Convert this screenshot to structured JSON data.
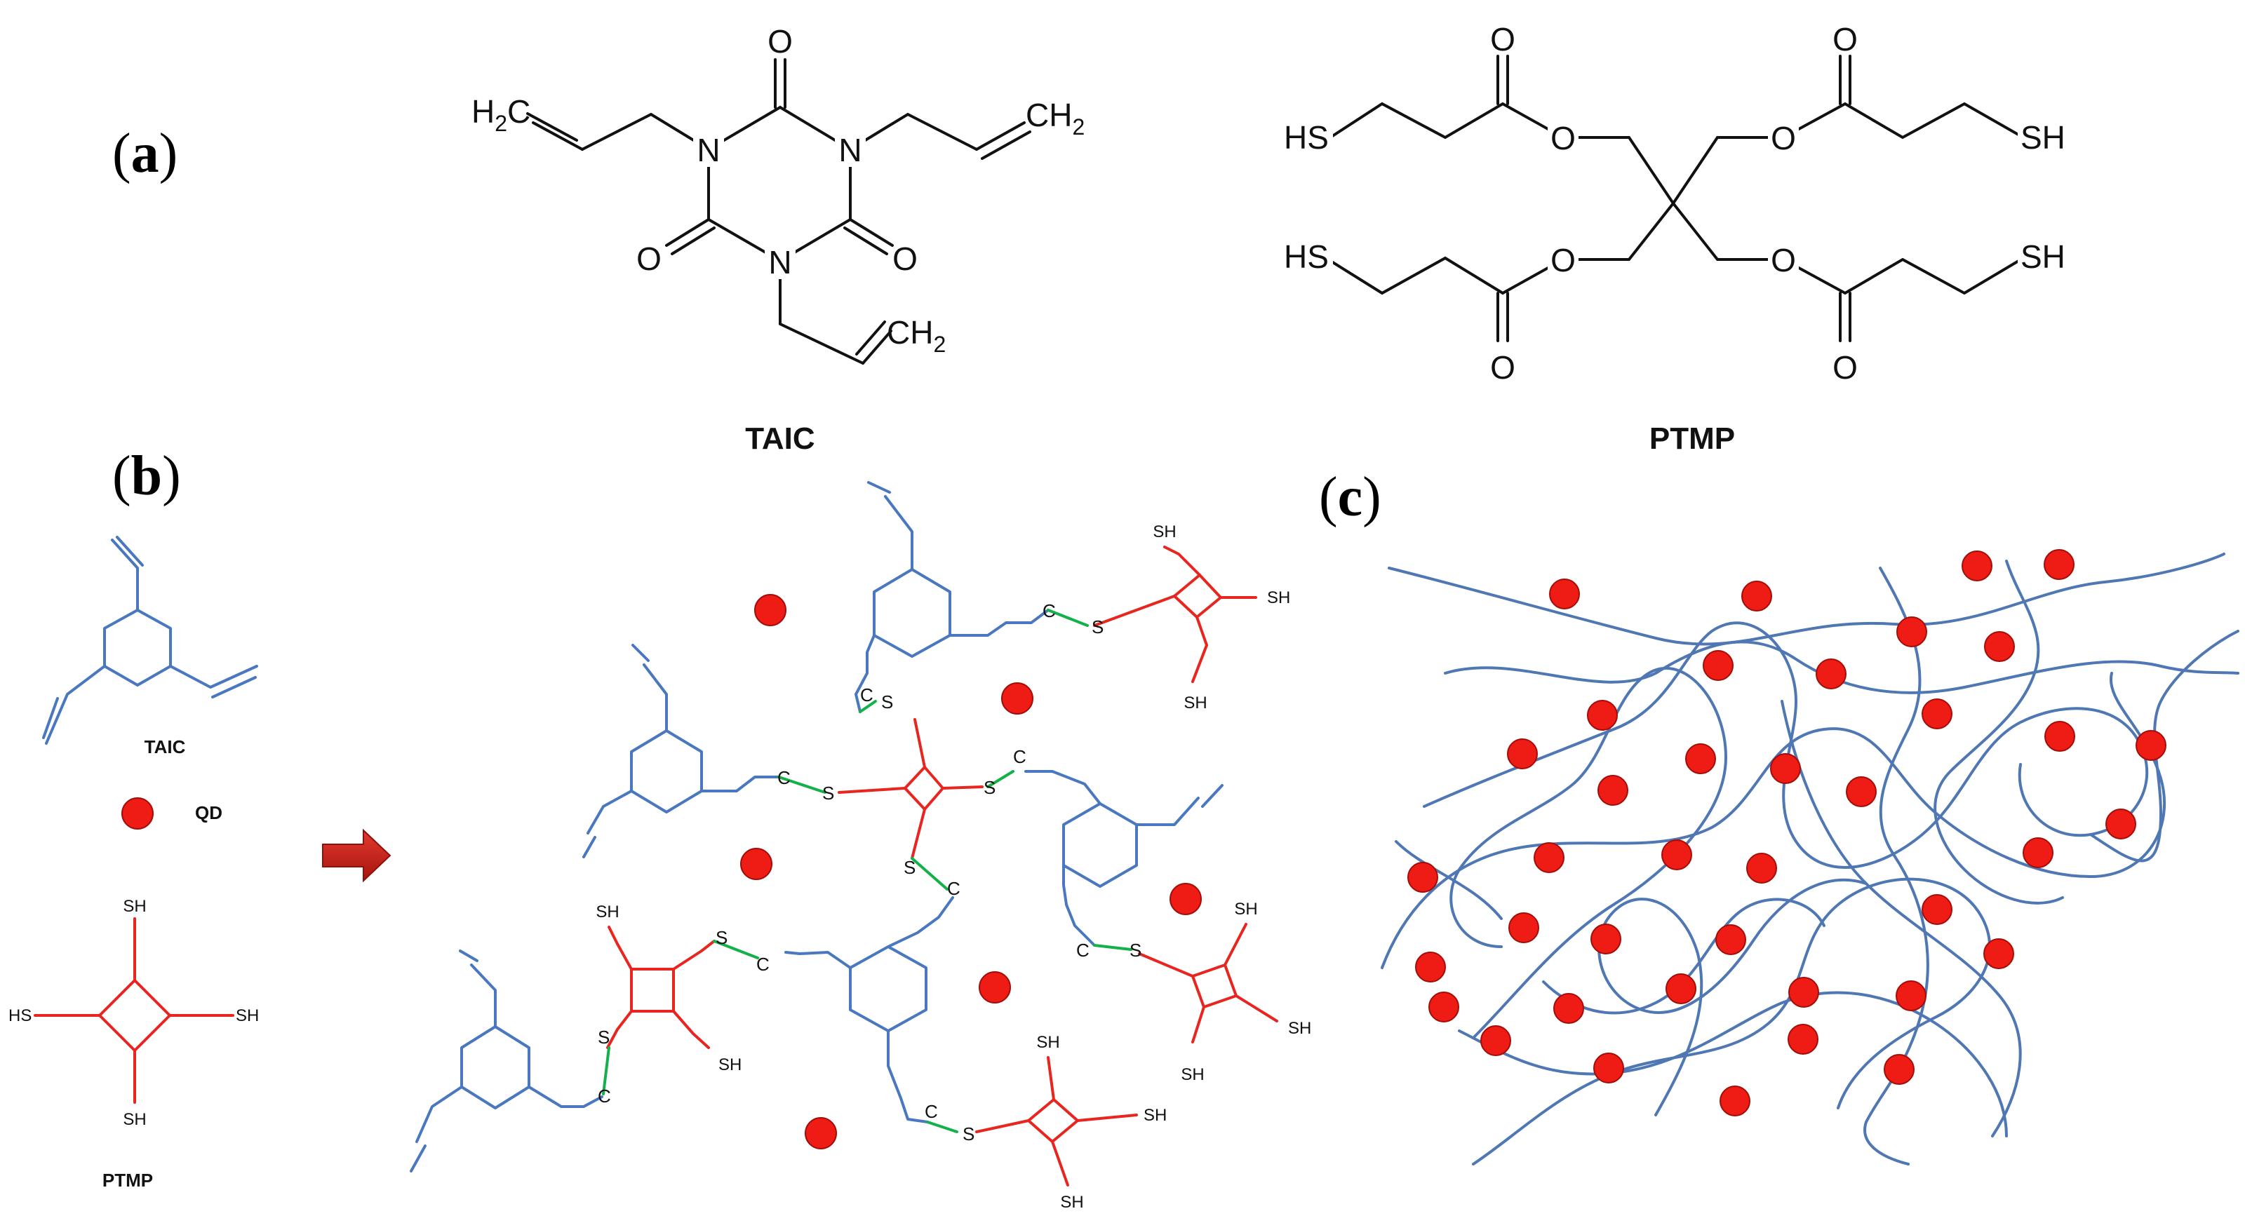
{
  "panels": {
    "a": {
      "open": "(",
      "letter": "a",
      "close": ")"
    },
    "b": {
      "open": "(",
      "letter": "b",
      "close": ")"
    },
    "c": {
      "open": "(",
      "letter": "c",
      "close": ")"
    }
  },
  "taic": {
    "name": "TAIC",
    "h2c_main": "H",
    "h2c_sub": "2",
    "h2c_c": "C",
    "ch2_c": "CH",
    "ch2_sub": "2",
    "n": "N",
    "o": "O"
  },
  "ptmp": {
    "name": "PTMP",
    "hs": "HS",
    "sh": "SH",
    "o": "O"
  },
  "legend": {
    "taic": "TAIC",
    "qd": "QD",
    "ptmp": "PTMP",
    "sh": "SH",
    "hs": "HS"
  },
  "network": {
    "s": "S",
    "c": "C",
    "sh": "SH"
  },
  "colors": {
    "taic_blue": "#4a78c0",
    "ptmp_red": "#e8251f",
    "thioether_green": "#14b04a",
    "qd_red": "#ee1c14",
    "arrow_red": "#c41a12",
    "polymer_blue": "#4f77b3"
  }
}
